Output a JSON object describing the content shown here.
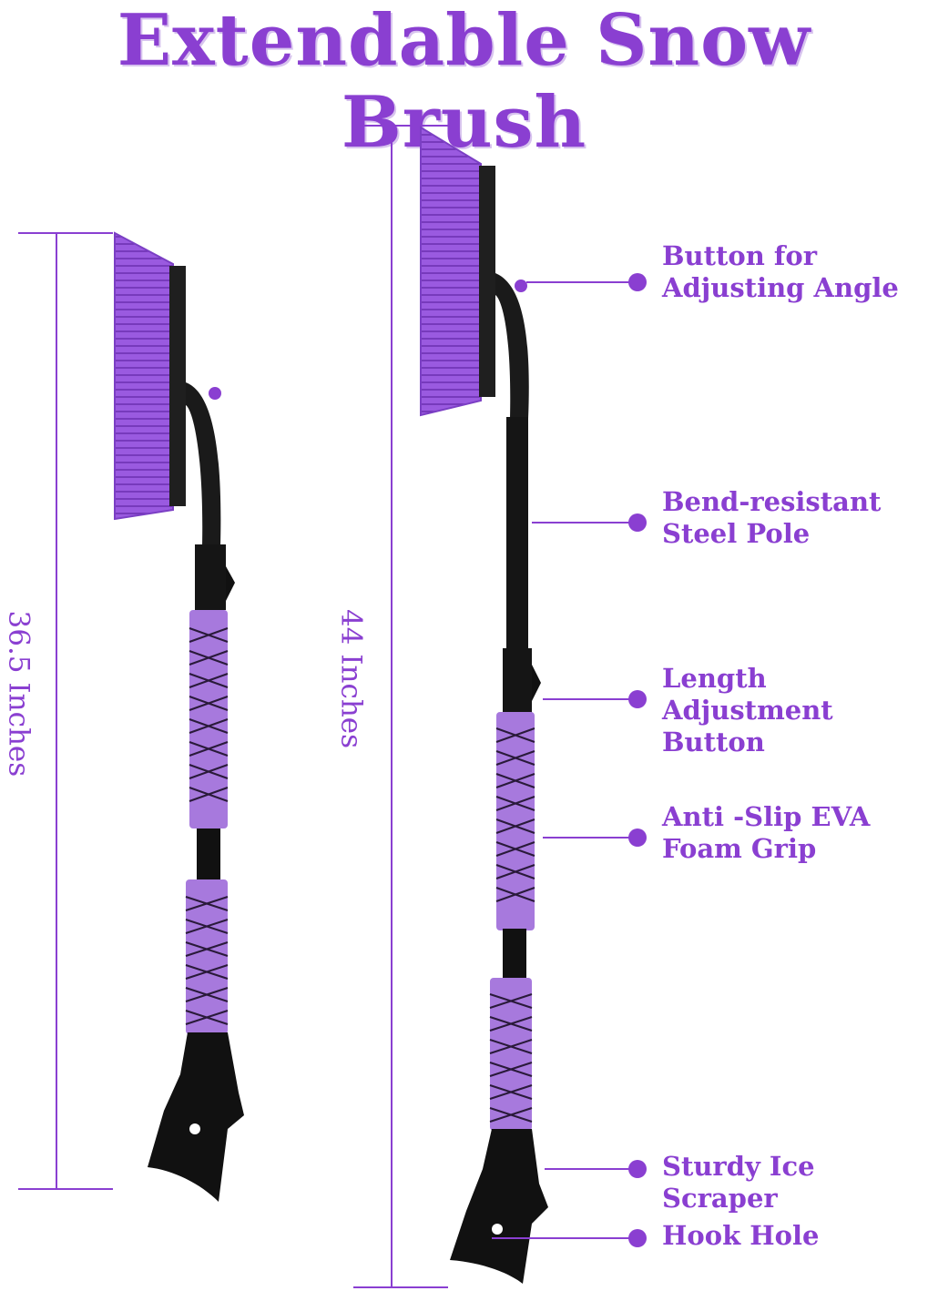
{
  "title": "Extendable Snow Brush",
  "colors": {
    "accent": "#8a3fd1",
    "bristle": "#9a5ae0",
    "handle": "#1a1a1a",
    "grip": "#a779dd"
  },
  "dimensions": {
    "short_length": "36.5 Inches",
    "long_length": "44 Inches"
  },
  "features": [
    {
      "line1": "Button for",
      "line2": "Adjusting Angle"
    },
    {
      "line1": "Bend-resistant",
      "line2": "Steel Pole"
    },
    {
      "line1": "Length Adjustment",
      "line2": "Button"
    },
    {
      "line1": "Anti -Slip EVA",
      "line2": "Foam Grip"
    },
    {
      "line1": "Sturdy Ice Scraper",
      "line2": ""
    },
    {
      "line1": "Hook Hole",
      "line2": ""
    }
  ]
}
